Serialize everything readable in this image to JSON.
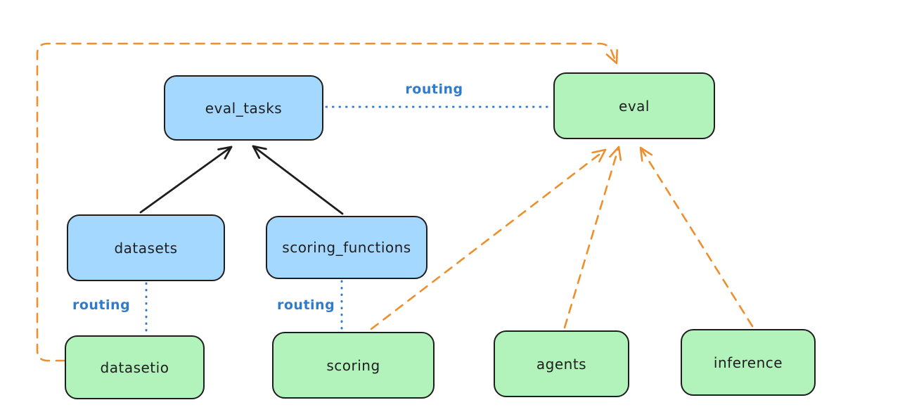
{
  "colors": {
    "background": "#ffffff",
    "stroke_black": "#1e1e1e",
    "fill_blue": "#a5d8ff",
    "fill_green": "#b2f2bb",
    "routing_blue": "#2f7bce",
    "arrow_orange": "#ee8f2d"
  },
  "diagram": {
    "nodes": [
      {
        "id": "eval_tasks",
        "label": "eval_tasks",
        "color": "blue"
      },
      {
        "id": "eval",
        "label": "eval",
        "color": "green"
      },
      {
        "id": "datasets",
        "label": "datasets",
        "color": "blue"
      },
      {
        "id": "scoring_functions",
        "label": "scoring_functions",
        "color": "blue"
      },
      {
        "id": "datasetio",
        "label": "datasetio",
        "color": "green"
      },
      {
        "id": "scoring",
        "label": "scoring",
        "color": "green"
      },
      {
        "id": "agents",
        "label": "agents",
        "color": "green"
      },
      {
        "id": "inference",
        "label": "inference",
        "color": "green"
      }
    ],
    "edges": [
      {
        "from": "datasets",
        "to": "eval_tasks",
        "style": "solid",
        "color": "black",
        "label": ""
      },
      {
        "from": "scoring_functions",
        "to": "eval_tasks",
        "style": "solid",
        "color": "black",
        "label": ""
      },
      {
        "from": "eval_tasks",
        "to": "eval",
        "style": "dotted",
        "color": "blue",
        "label": "routing"
      },
      {
        "from": "datasets",
        "to": "datasetio",
        "style": "dotted",
        "color": "blue",
        "label": "routing"
      },
      {
        "from": "scoring_functions",
        "to": "scoring",
        "style": "dotted",
        "color": "blue",
        "label": "routing"
      },
      {
        "from": "datasetio",
        "to": "eval",
        "style": "dashed",
        "color": "orange",
        "label": ""
      },
      {
        "from": "scoring",
        "to": "eval",
        "style": "dashed",
        "color": "orange",
        "label": ""
      },
      {
        "from": "agents",
        "to": "eval",
        "style": "dashed",
        "color": "orange",
        "label": ""
      },
      {
        "from": "inference",
        "to": "eval",
        "style": "dashed",
        "color": "orange",
        "label": ""
      }
    ]
  }
}
